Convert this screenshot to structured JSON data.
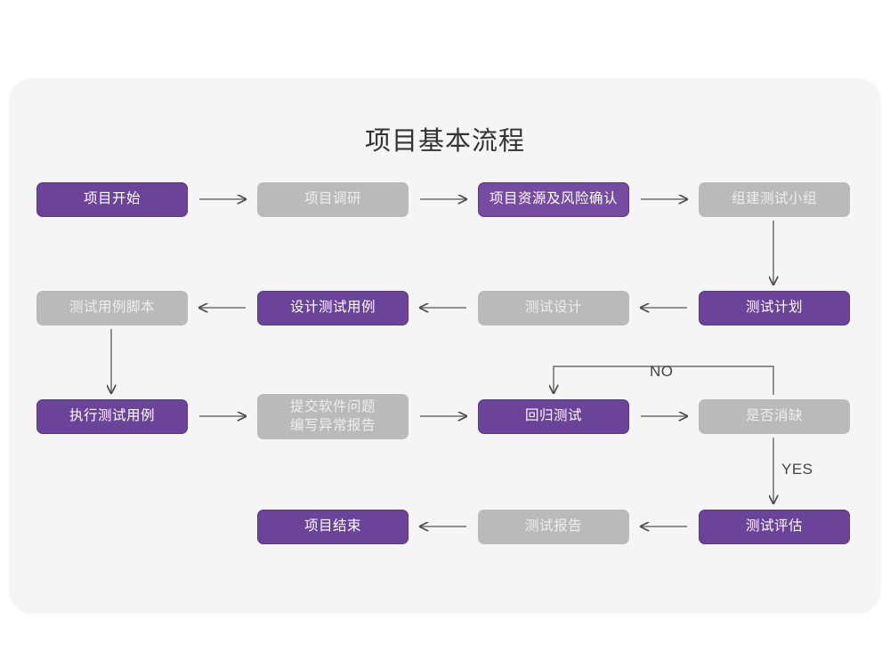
{
  "diagram": {
    "title": "项目基本流程",
    "panel_bg": "#f5f5f5",
    "accent_purple": "#6b4398",
    "accent_gray": "#bababa",
    "nodes": [
      {
        "id": "n1",
        "label": "项目开始",
        "style": "purple",
        "row": 1,
        "col": 1
      },
      {
        "id": "n2",
        "label": "项目调研",
        "style": "gray",
        "row": 1,
        "col": 2
      },
      {
        "id": "n3",
        "label": "项目资源及风险确认",
        "style": "purple",
        "row": 1,
        "col": 3
      },
      {
        "id": "n4",
        "label": "组建测试小组",
        "style": "gray",
        "row": 1,
        "col": 4
      },
      {
        "id": "n5",
        "label": "测试计划",
        "style": "purple",
        "row": 2,
        "col": 4
      },
      {
        "id": "n6",
        "label": "测试设计",
        "style": "gray",
        "row": 2,
        "col": 3
      },
      {
        "id": "n7",
        "label": "设计测试用例",
        "style": "purple",
        "row": 2,
        "col": 2
      },
      {
        "id": "n8",
        "label": "测试用例脚本",
        "style": "gray",
        "row": 2,
        "col": 1
      },
      {
        "id": "n9",
        "label": "执行测试用例",
        "style": "purple",
        "row": 3,
        "col": 1
      },
      {
        "id": "n10",
        "label": "提交软件问题\n编写异常报告",
        "style": "gray",
        "row": 3,
        "col": 2
      },
      {
        "id": "n11",
        "label": "回归测试",
        "style": "purple",
        "row": 3,
        "col": 3
      },
      {
        "id": "n12",
        "label": "是否消缺",
        "style": "gray",
        "row": 3,
        "col": 4
      },
      {
        "id": "n13",
        "label": "测试评估",
        "style": "purple",
        "row": 4,
        "col": 4
      },
      {
        "id": "n14",
        "label": "测试报告",
        "style": "gray",
        "row": 4,
        "col": 3
      },
      {
        "id": "n15",
        "label": "项目结束",
        "style": "purple",
        "row": 4,
        "col": 2
      }
    ],
    "edge_labels": {
      "no": "NO",
      "yes": "YES"
    }
  }
}
